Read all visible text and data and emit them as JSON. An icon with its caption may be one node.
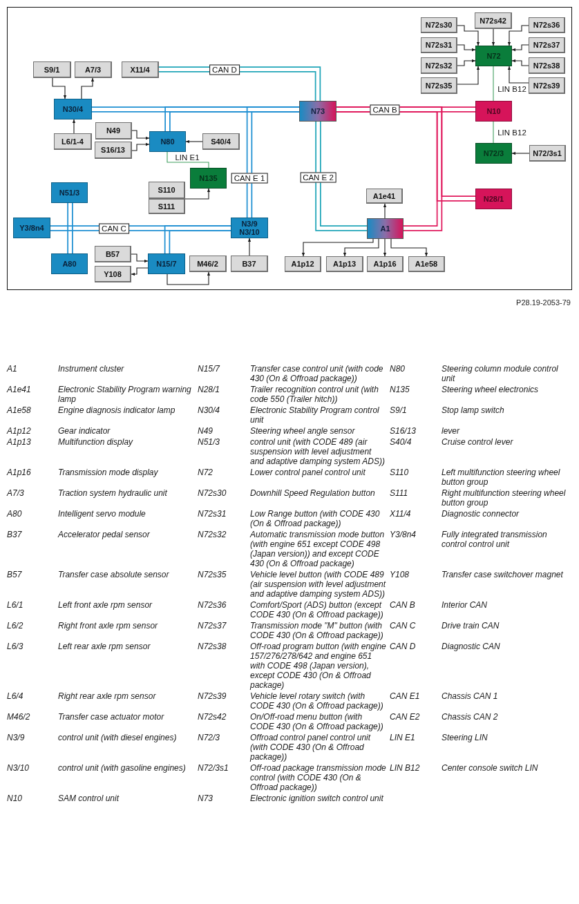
{
  "diagram": {
    "nodes": [
      {
        "text": [
          "N72s42"
        ]
      },
      {
        "text": [
          "N72s30"
        ]
      },
      {
        "text": [
          "N72s36"
        ]
      },
      {
        "text": [
          "N72s31"
        ]
      },
      {
        "text": [
          "N72"
        ]
      },
      {
        "text": [
          "N72s37"
        ]
      },
      {
        "text": [
          "N72s32"
        ]
      },
      {
        "text": [
          "N72s38"
        ]
      },
      {
        "text": [
          "S9/1"
        ]
      },
      {
        "text": [
          "A7/3"
        ]
      },
      {
        "text": [
          "X11/4"
        ]
      },
      {
        "text": [
          "N72s35"
        ]
      },
      {
        "text": [
          "N72s39"
        ]
      },
      {
        "text": [
          "N30/4"
        ]
      },
      {
        "text": [
          "N73"
        ]
      },
      {
        "text": [
          "N10"
        ]
      },
      {
        "text": [
          "N49"
        ]
      },
      {
        "text": [
          "N80"
        ]
      },
      {
        "text": [
          "S40/4"
        ]
      },
      {
        "text": [
          "L6/1-4"
        ]
      },
      {
        "text": [
          "S16/13"
        ]
      },
      {
        "text": [
          "N72/3"
        ]
      },
      {
        "text": [
          "N72/3s1"
        ]
      },
      {
        "text": [
          "N135"
        ]
      },
      {
        "text": [
          "S110"
        ]
      },
      {
        "text": [
          "N51/3"
        ]
      },
      {
        "text": [
          "A1e41"
        ]
      },
      {
        "text": [
          "N28/1"
        ]
      },
      {
        "text": [
          "S111"
        ]
      },
      {
        "text": [
          "Y3/8n4"
        ]
      },
      {
        "text": [
          "N3/9",
          "N3/10"
        ]
      },
      {
        "text": [
          "A1"
        ]
      },
      {
        "text": [
          "B57"
        ]
      },
      {
        "text": [
          "A80"
        ]
      },
      {
        "text": [
          "N15/7"
        ]
      },
      {
        "text": [
          "M46/2"
        ]
      },
      {
        "text": [
          "B37"
        ]
      },
      {
        "text": [
          "A1p12"
        ]
      },
      {
        "text": [
          "A1p13"
        ]
      },
      {
        "text": [
          "A1p16"
        ]
      },
      {
        "text": [
          "A1e58"
        ]
      },
      {
        "text": [
          "Y108"
        ]
      }
    ],
    "edges": [
      {
        "from": 8,
        "to": 13,
        "arrow": "to"
      },
      {
        "from": 13,
        "to": 9,
        "arrow": "to"
      },
      {
        "from": 19,
        "to": 13,
        "arrow": "to"
      },
      {
        "from": 10,
        "to": 14,
        "arrow": "none",
        "label": "CAN D",
        "style": "thick",
        "color": "#1fa5b8"
      },
      {
        "from": 13,
        "to": 14,
        "arrow": "none",
        "style": "thick",
        "color": "#1e8fd2"
      },
      {
        "from": 17,
        "to": 14,
        "arrow": "none",
        "style": "thick",
        "color": "#1e8fd2"
      },
      {
        "from": 30,
        "to": 14,
        "arrow": "none",
        "label": "CAN E 1",
        "style": "thick",
        "color": "#1e8fd2"
      },
      {
        "from": 14,
        "to": 15,
        "arrow": "none",
        "label": "CAN B",
        "style": "thick",
        "color": "#e0185c"
      },
      {
        "from": 27,
        "to": 14,
        "arrow": "none",
        "style": "thick",
        "color": "#e0185c"
      },
      {
        "from": 31,
        "to": 14,
        "arrow": "none",
        "style": "thick",
        "color": "#e0185c"
      },
      {
        "from": 14,
        "to": 31,
        "arrow": "none",
        "label": "CAN E 2",
        "style": "thick",
        "color": "#1fa5b8"
      },
      {
        "from": 17,
        "to": 23,
        "arrow": "none",
        "label": "LIN E1",
        "color": "#3f9e5e"
      },
      {
        "from": 4,
        "to": 15,
        "arrow": "none",
        "label": "LIN B12",
        "color": "#3f9e5e"
      },
      {
        "from": 15,
        "to": 21,
        "arrow": "none",
        "label": "LIN B12",
        "color": "#3f9e5e"
      },
      {
        "from": 16,
        "to": 17,
        "arrow": "to"
      },
      {
        "from": 20,
        "to": 17,
        "arrow": "to"
      },
      {
        "from": 18,
        "to": 17,
        "arrow": "to"
      },
      {
        "from": 24,
        "to": 23,
        "arrow": "to"
      },
      {
        "from": 28,
        "to": 23,
        "arrow": "to"
      },
      {
        "from": 25,
        "to": 33,
        "arrow": "none",
        "style": "thick",
        "color": "#1e8fd2"
      },
      {
        "from": 29,
        "to": 30,
        "arrow": "none",
        "label": "CAN C",
        "style": "thick",
        "color": "#1e8fd2"
      },
      {
        "from": 34,
        "to": 30,
        "arrow": "none",
        "style": "thick",
        "color": "#1e8fd2"
      },
      {
        "from": 32,
        "to": 34,
        "arrow": "to"
      },
      {
        "from": 34,
        "to": 41,
        "arrow": "to"
      },
      {
        "from": 34,
        "to": 35,
        "arrow": "to"
      },
      {
        "from": 36,
        "to": 30,
        "arrow": "to"
      },
      {
        "from": 1,
        "to": 4,
        "arrow": "to"
      },
      {
        "from": 0,
        "to": 4,
        "arrow": "to"
      },
      {
        "from": 2,
        "to": 4,
        "arrow": "to"
      },
      {
        "from": 3,
        "to": 4,
        "arrow": "to"
      },
      {
        "from": 5,
        "to": 4,
        "arrow": "to"
      },
      {
        "from": 6,
        "to": 4,
        "arrow": "to"
      },
      {
        "from": 7,
        "to": 4,
        "arrow": "to"
      },
      {
        "from": 11,
        "to": 4,
        "arrow": "to"
      },
      {
        "from": 12,
        "to": 4,
        "arrow": "to"
      },
      {
        "from": 22,
        "to": 21,
        "arrow": "to"
      },
      {
        "from": 31,
        "to": 26,
        "arrow": "to"
      },
      {
        "from": 31,
        "to": 37,
        "arrow": "to"
      },
      {
        "from": 31,
        "to": 38,
        "arrow": "to"
      },
      {
        "from": 31,
        "to": 39,
        "arrow": "to"
      },
      {
        "from": 31,
        "to": 40,
        "arrow": "to"
      }
    ],
    "labels": [
      "P28.19-2053-79",
      "A1",
      "Instrument cluster",
      "N15/7",
      "Transfer case control unit (with code 430 (On & Offroad package))",
      "N80",
      "Steering column module control unit",
      "A1e41",
      "Electronic Stability Program warning lamp",
      "N28/1",
      "Trailer recognition control unit (with code 550 (Trailer hitch))",
      "N135",
      "Steering wheel electronics",
      "A1e58",
      "Engine diagnosis indicator lamp",
      "N30/4",
      "Electronic Stability Program control unit",
      "S9/1",
      "Stop lamp switch",
      "A1p12",
      "Gear indicator",
      "N49",
      "Steering wheel angle sensor",
      "S16/13",
      "lever",
      "A1p13",
      "Multifunction display",
      "N51/3",
      "control unit (with CODE 489 (air suspension with level adjustment and adaptive damping system ADS))",
      "S40/4",
      "Cruise control lever",
      "A1p16",
      "Transmission mode display",
      "N72",
      "Lower control panel control unit",
      "S110",
      "Left multifunction steering wheel button group",
      "A7/3",
      "Traction system hydraulic unit",
      "N72s30",
      "Downhill Speed Regulation button",
      "S111",
      "Right multifunction steering wheel button group",
      "A80",
      "Intelligent servo module",
      "N72s31",
      "Low Range button (with CODE 430 (On & Offroad package))",
      "X11/4",
      "Diagnostic connector",
      "B37",
      "Accelerator pedal sensor",
      "N72s32",
      "Automatic transmission mode button (with engine 651 except CODE 498 (Japan version)) and except CODE 430 (On & Offroad package)",
      "Y3/8n4",
      "Fully integrated transmission control control unit",
      "B57",
      "Transfer case absolute sensor",
      "N72s35",
      "Vehicle level button (with CODE 489 (air suspension with level adjustment and adaptive damping system ADS))",
      "Y108",
      "Transfer case switchover magnet",
      "L6/1",
      "Left front axle rpm sensor",
      "N72s36",
      "Comfort/Sport (ADS) button (except CODE 430 (On & Offroad package))",
      "CAN B",
      "Interior CAN",
      "L6/2",
      "Right front axle rpm sensor",
      "N72s37",
      "Transmission mode \"M\" button (with CODE 430 (On & Offroad package))",
      "CAN C",
      "Drive train CAN",
      "L6/3",
      "Left rear axle rpm sensor",
      "N72s38",
      "Off-road program button (with engine 157/276/278/642 and engine 651 with CODE 498 (Japan version), except CODE 430 (On & Offroad package)",
      "CAN D",
      "Diagnostic CAN",
      "L6/4",
      "Right rear axle rpm sensor",
      "N72s39",
      "Vehicle level rotary switch (with CODE 430 (On & Offroad package))",
      "CAN E1",
      "Chassis CAN 1",
      "M46/2",
      "Transfer case actuator motor",
      "N72s42",
      "On/Off-road menu button (with CODE 430 (On & Offroad package))",
      "CAN E2",
      "Chassis CAN 2",
      "N3/9",
      "control unit (with diesel engines)",
      "N72/3",
      "Offroad control panel control unit (with CODE 430 (On & Offroad package))",
      "LIN E1",
      "Steering LIN",
      "N3/10",
      "control unit (with gasoline engines)",
      "N72/3s1",
      "Off-road package transmission mode control (with CODE 430 (On & Offroad package))",
      "LIN B12",
      "Center console switch LIN",
      "N10",
      "SAM control unit",
      "N73",
      "Electronic ignition switch control unit"
    ]
  }
}
